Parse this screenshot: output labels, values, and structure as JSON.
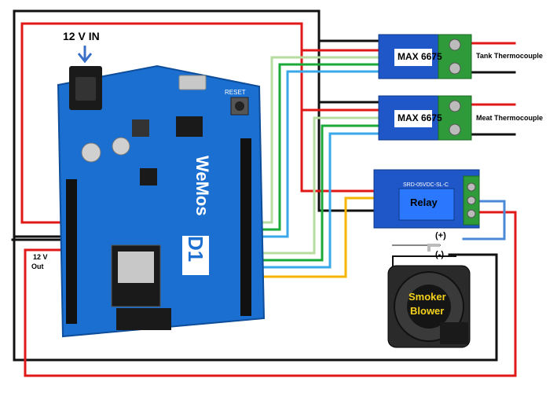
{
  "power": {
    "input_label": "12 V IN",
    "output_label_line1": "12 V",
    "output_label_line2": "Out"
  },
  "board": {
    "brand": "WeMos",
    "model": "D1",
    "reset_label": "RESET"
  },
  "sensors": [
    {
      "chip": "MAX 6675",
      "label": "Tank Thermocouple"
    },
    {
      "chip": "MAX 6675",
      "label": "Meat Thermocouple"
    }
  ],
  "relay": {
    "label": "Relay",
    "part_number": "SRD-05VDC-SL-C"
  },
  "blower": {
    "line1": "Smoker",
    "line2": "Blower",
    "plus": "(+)",
    "minus": "(-)"
  },
  "colors": {
    "board_blue": "#1a6fd0",
    "module_blue": "#1f56c8",
    "wire_red": "#e01818",
    "wire_black": "#111111",
    "wire_green": "#1aaa3a",
    "wire_lightgreen": "#b6dca0",
    "wire_lightblue": "#38a8e8",
    "wire_yellow": "#f4b400",
    "fan_label": "#f4d21c"
  }
}
